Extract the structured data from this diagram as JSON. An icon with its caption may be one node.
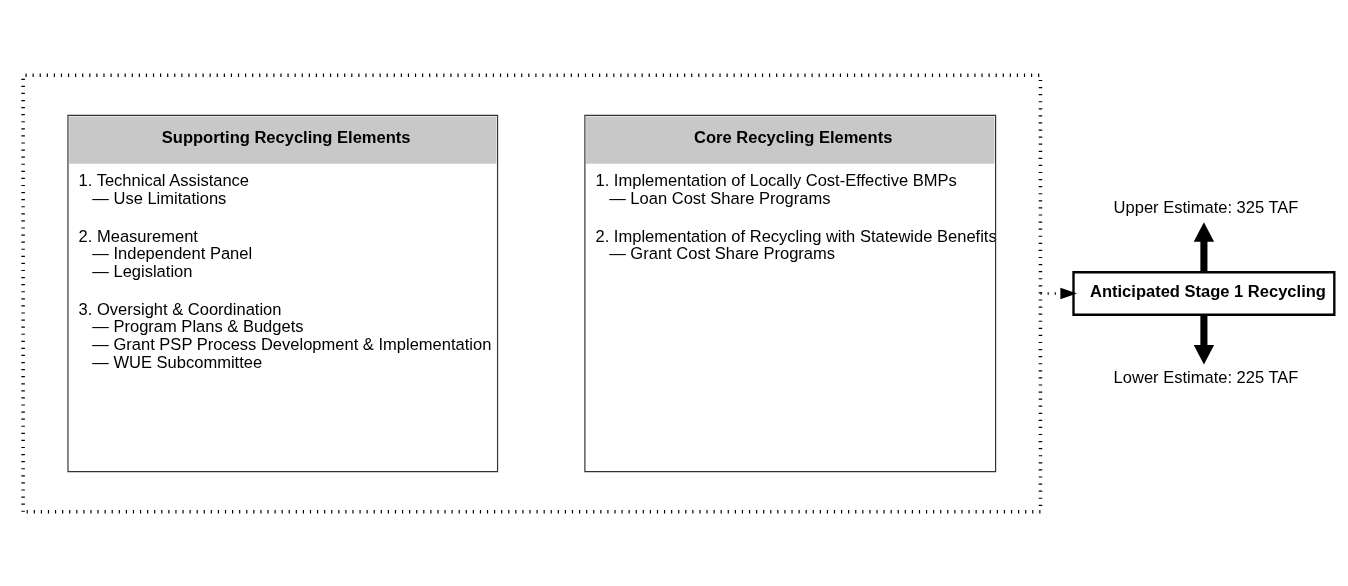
{
  "diagram": {
    "nodes": [
      {
        "text": [],
        "shape": "box"
      },
      {
        "text": [
          "Supporting Recycling Elements",
          "1. Technical Assistance",
          "— Use Limitations",
          "2. Measurement",
          "— Independent Panel",
          "— Legislation",
          "3. Oversight & Coordination",
          "— Program Plans & Budgets",
          "— Grant PSP Process Development & Implementation",
          "— WUE Subcommittee"
        ],
        "in": 0
      },
      {
        "text": [
          "Core Recycling Elements",
          "1. Implementation of Locally Cost-Effective BMPs",
          "— Loan Cost Share Programs",
          "2. Implementation of Recycling with Statewide Benefits",
          "— Grant Cost Share Programs"
        ],
        "in": 0
      },
      {
        "text": [
          "Anticipated Stage 1 Recycling"
        ]
      },
      {
        "text": [
          "Upper Estimate: 325 TAF"
        ]
      },
      {
        "text": [
          "Lower Estimate: 225 TAF"
        ]
      }
    ],
    "edges": [
      {
        "from": 0,
        "to": 3,
        "arrow": "to",
        "style": "dashed"
      },
      {
        "from": 3,
        "to": 4,
        "arrow": "to"
      },
      {
        "from": 3,
        "to": 5,
        "arrow": "to"
      }
    ]
  }
}
